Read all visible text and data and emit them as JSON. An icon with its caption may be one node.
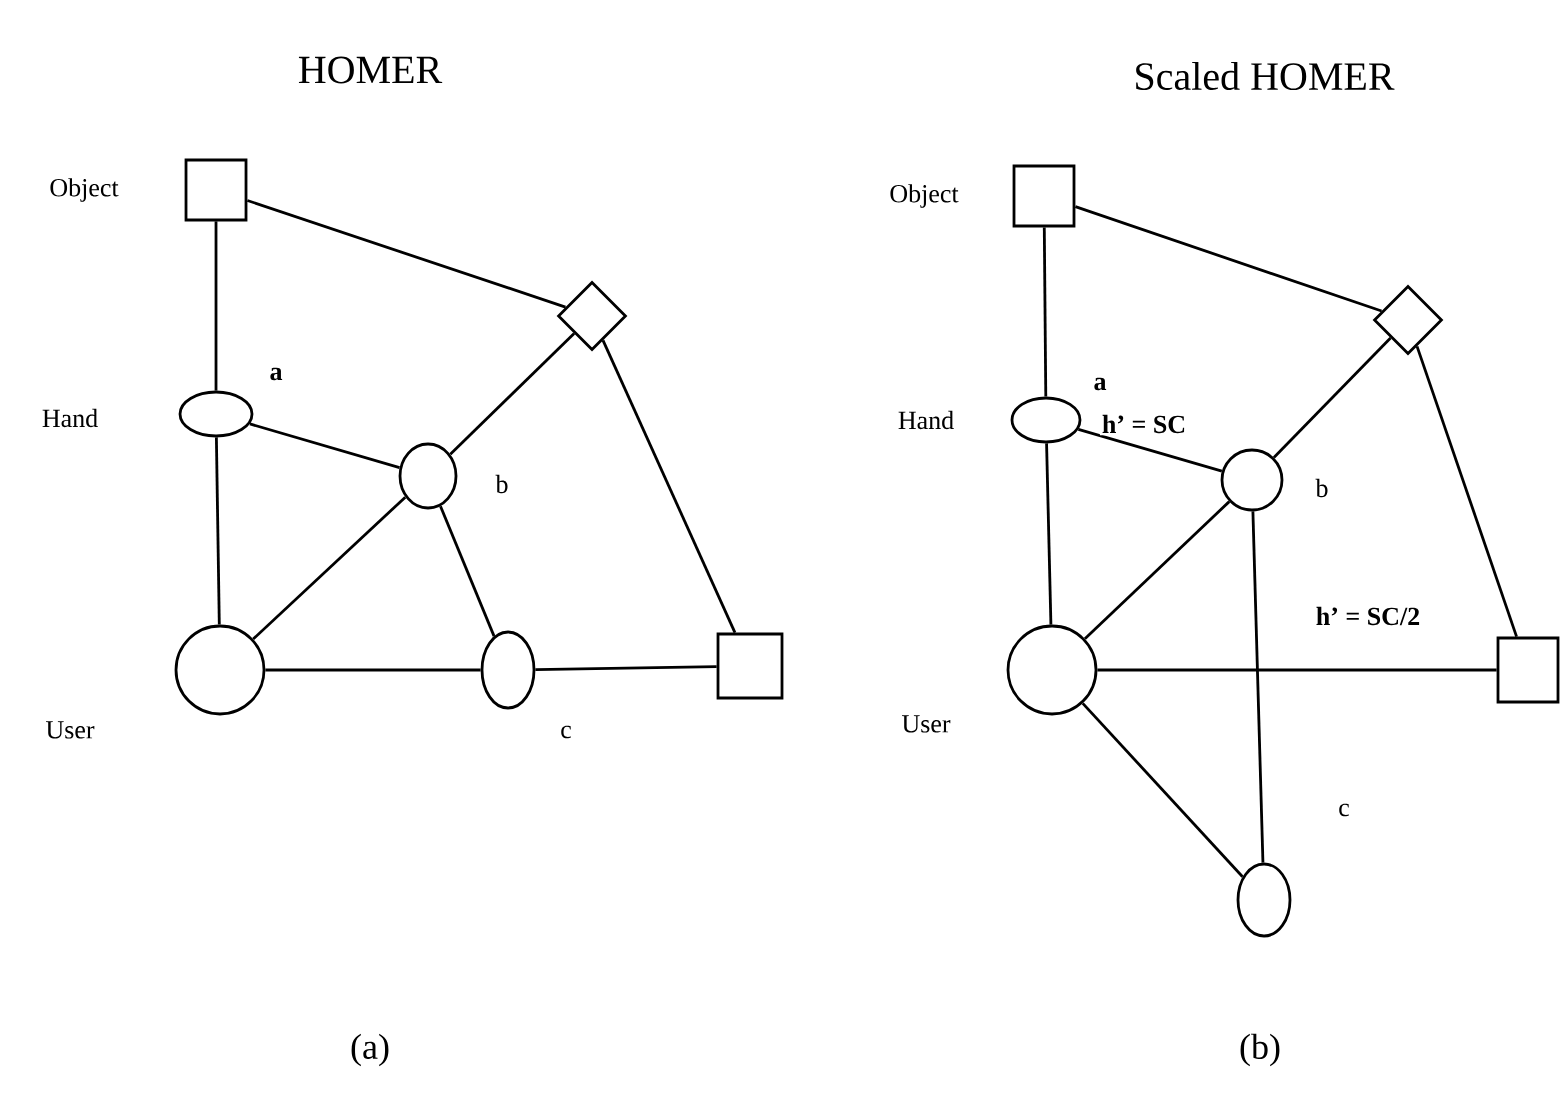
{
  "diagram": {
    "nodes": [
      {
        "text": [],
        "shape": "box"
      },
      {
        "text": [],
        "shape": "diamond"
      },
      {
        "text": [],
        "shape": "ellipse"
      },
      {
        "text": [],
        "shape": "ellipse"
      },
      {
        "text": [],
        "shape": "circle"
      },
      {
        "text": [],
        "shape": "ellipse"
      },
      {
        "text": [],
        "shape": "box"
      },
      {
        "text": [],
        "shape": "box"
      },
      {
        "text": [],
        "shape": "diamond"
      },
      {
        "text": [],
        "shape": "ellipse"
      },
      {
        "text": [],
        "shape": "ellipse"
      },
      {
        "text": [],
        "shape": "circle"
      },
      {
        "text": [],
        "shape": "box"
      },
      {
        "text": [],
        "shape": "ellipse"
      }
    ],
    "edges": [
      {
        "from": 0,
        "to": 1,
        "arrow": "none"
      },
      {
        "from": 0,
        "to": 2,
        "arrow": "none"
      },
      {
        "from": 2,
        "to": 3,
        "arrow": "none"
      },
      {
        "from": 3,
        "to": 1,
        "arrow": "none"
      },
      {
        "from": 1,
        "to": 6,
        "arrow": "none"
      },
      {
        "from": 2,
        "to": 4,
        "arrow": "none"
      },
      {
        "from": 4,
        "to": 3,
        "arrow": "none"
      },
      {
        "from": 3,
        "to": 5,
        "arrow": "none"
      },
      {
        "from": 4,
        "to": 5,
        "arrow": "none"
      },
      {
        "from": 5,
        "to": 6,
        "arrow": "none"
      },
      {
        "from": 7,
        "to": 8,
        "arrow": "none"
      },
      {
        "from": 7,
        "to": 9,
        "arrow": "none"
      },
      {
        "from": 9,
        "to": 10,
        "arrow": "none",
        "label": "**h’ = SC**"
      },
      {
        "from": 10,
        "to": 8,
        "arrow": "none"
      },
      {
        "from": 8,
        "to": 12,
        "arrow": "none"
      },
      {
        "from": 9,
        "to": 11,
        "arrow": "none"
      },
      {
        "from": 11,
        "to": 10,
        "arrow": "none"
      },
      {
        "from": 10,
        "to": 13,
        "arrow": "none",
        "label": "**h’ = SC/2**"
      },
      {
        "from": 11,
        "to": 12,
        "arrow": "none"
      },
      {
        "from": 11,
        "to": 13,
        "arrow": "none"
      }
    ],
    "labels": [
      "HOMER",
      "Scaled HOMER",
      "Object",
      "Object",
      "**a**",
      "**a**",
      "Hand",
      "Hand",
      "b",
      "b",
      "User",
      "User",
      "c",
      "c",
      "(a)",
      "(b)"
    ]
  }
}
